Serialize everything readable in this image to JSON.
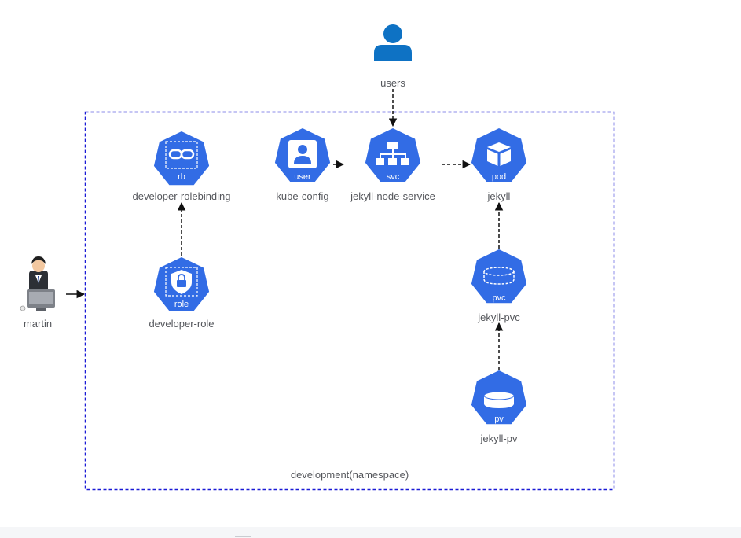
{
  "users": {
    "label": "users"
  },
  "martin": {
    "label": "martin"
  },
  "namespace": {
    "label": "development(namespace)",
    "border_color": "#1a1ad6"
  },
  "nodes": {
    "rolebinding": {
      "badge": "rb",
      "label": "developer-rolebinding",
      "icon": "link-icon"
    },
    "role": {
      "badge": "role",
      "label": "developer-role",
      "icon": "lock-shield-icon"
    },
    "kubeconfig": {
      "badge": "user",
      "label": "kube-config",
      "icon": "user-card-icon"
    },
    "service": {
      "badge": "svc",
      "label": "jekyll-node-service",
      "icon": "network-tree-icon"
    },
    "pod": {
      "badge": "pod",
      "label": "jekyll",
      "icon": "cube-icon"
    },
    "pvc": {
      "badge": "pvc",
      "label": "jekyll-pvc",
      "icon": "dashed-disk-icon"
    },
    "pv": {
      "badge": "pv",
      "label": "jekyll-pv",
      "icon": "disk-icon"
    }
  },
  "colors": {
    "k8s_blue": "#326ce5",
    "user_blue": "#0e72c4",
    "label_gray": "#55575c"
  }
}
